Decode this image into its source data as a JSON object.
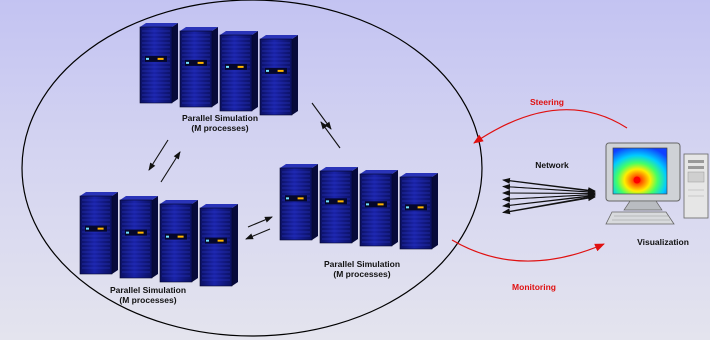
{
  "clusters": [
    {
      "line1": "Parallel Simulation",
      "line2": "(M processes)"
    },
    {
      "line1": "Parallel Simulation",
      "line2": "(M processes)"
    },
    {
      "line1": "Parallel Simulation",
      "line2": "(M processes)"
    }
  ],
  "network_label": "Network",
  "steering_label": "Steering",
  "monitoring_label": "Monitoring",
  "visualization_label": "Visualization",
  "colors": {
    "background_top": "#c3c3f2",
    "background_bottom": "#e4e4ee",
    "server_body": "#141c8c",
    "server_dark": "#0a0f55",
    "arrow_red": "#e01010",
    "arrow_black": "#111111"
  }
}
